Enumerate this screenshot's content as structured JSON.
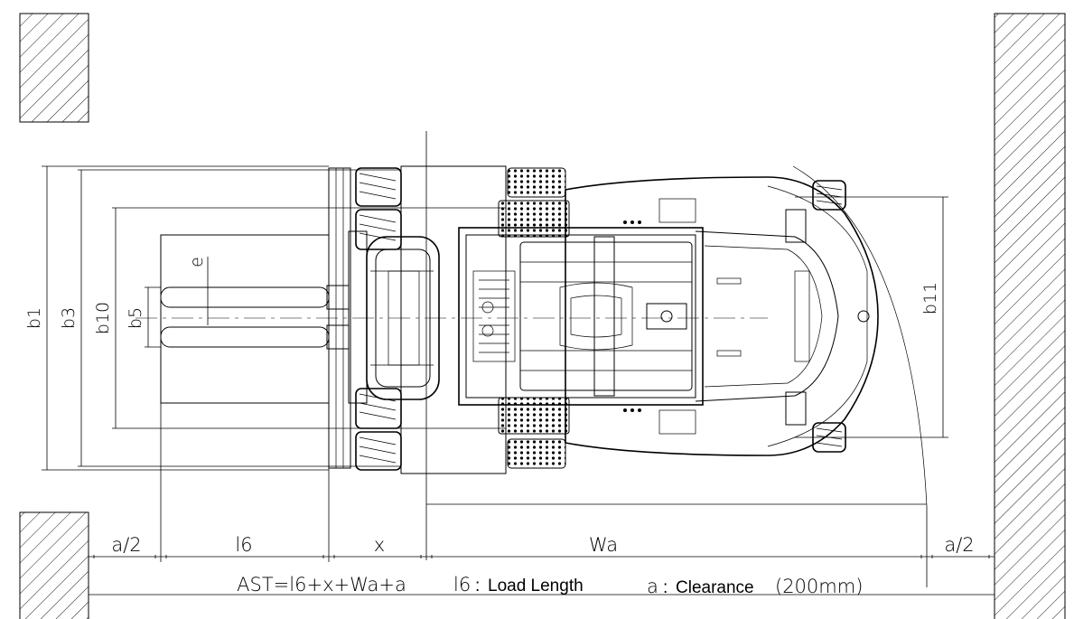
{
  "labels": {
    "b1": "b1",
    "b3": "b3",
    "b10": "b10",
    "b5": "b5",
    "e": "e",
    "b11": "b11",
    "a2_left": "a/2",
    "l6": "l6",
    "x": "x",
    "wa": "Wa",
    "a2_right": "a/2"
  },
  "formula": "AST=l6+x+Wa+a",
  "legend": {
    "l6_symbol": "l6",
    "l6_text": "Load Length",
    "a_symbol": "a",
    "a_text": "Clearance",
    "a_value": "(200mm)"
  }
}
